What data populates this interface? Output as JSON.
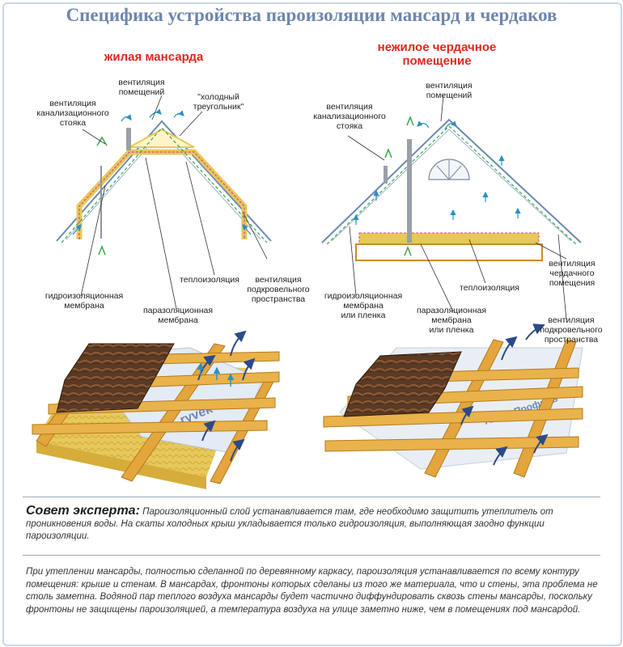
{
  "title": "Специфика устройства пароизоляции мансард и чердаков",
  "left": {
    "heading": "жилая мансарда",
    "labels": {
      "vent_rooms": "вентиляция\nпомещений",
      "cold_triangle": "\"холодный\nтреугольник\"",
      "vent_stack": "вентиляция\nканализационного\nстояка",
      "insulation": "теплоизоляция",
      "vent_underroof": "вентиляция\nподкровельного\nпространства",
      "waterproof": "гидроизоляционная\nмембрана",
      "vapor": "паразоляционная\nмембрана"
    }
  },
  "right": {
    "heading": "нежилое чердачное\nпомещение",
    "labels": {
      "vent_rooms": "вентиляция\nпомещений",
      "vent_stack": "вентиляция\nканализационного\nстояка",
      "vent_attic": "вентиляция\nчердачного\nпомещения",
      "waterproof": "гидроизоляционная\nмембрана\nили пленка",
      "insulation": "теплоизоляция",
      "vapor": "паразоляционная\nмембрана\nили пленка",
      "vent_underroof": "вентиляция\nподкровельного\nпространства"
    }
  },
  "tip": {
    "heading": "Совет эксперта:",
    "text": "Пароизоляционный слой устанавливается там, где необходимо защитить утеплитель от проникновения воды. На скаты холодных крыш укладывается только гидроизоляция, выполняющая заодно функции пароизоляции."
  },
  "paragraph": "При утеплении мансарды, полностью сделанной по деревянному каркасу, пароизоляция устанавливается по всему контуру помещения: крыше и стенам. В мансардах, фронтоны которых сделаны из того же материала, что и стены, эта проблема не столь заметна. Водяной пар теплого воздуха мансарды будет частично диффундировать сквозь стены мансарды, поскольку фронтоны не защищены пароизоляцией, а температура воздуха на улице заметно ниже, чем в помещениях под мансардой.",
  "colors": {
    "title": "#6e86ad",
    "heading": "#e0271c",
    "roof": "#5b3a24",
    "wood": "#e3a53c",
    "insulation": "#e7c85a",
    "membrane": "#dfe7f1",
    "arrow": "#2c4a8a"
  }
}
